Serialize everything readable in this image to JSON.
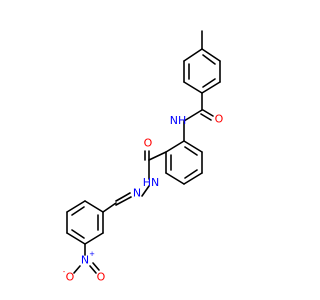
{
  "molecule": {
    "atoms": {
      "amide_n": {
        "symbol": "N",
        "hydrogen": "H",
        "color": "#0000ff"
      },
      "carbonyl_o_top": {
        "symbol": "O",
        "color": "#ff0000"
      },
      "carbonyl_o_mid": {
        "symbol": "O",
        "color": "#ff0000"
      },
      "hydrazide_n": {
        "symbol": "N",
        "hydrogen": "H",
        "color": "#0000ff"
      },
      "imine_n": {
        "symbol": "N",
        "color": "#0000ff"
      },
      "nitro_n": {
        "symbol": "N",
        "charge": "+",
        "color": "#0000ff"
      },
      "nitro_o_minus": {
        "symbol": "O",
        "charge": "-",
        "color": "#ff0000"
      },
      "nitro_o": {
        "symbol": "O",
        "color": "#ff0000"
      }
    },
    "bond_color": "#000000"
  }
}
